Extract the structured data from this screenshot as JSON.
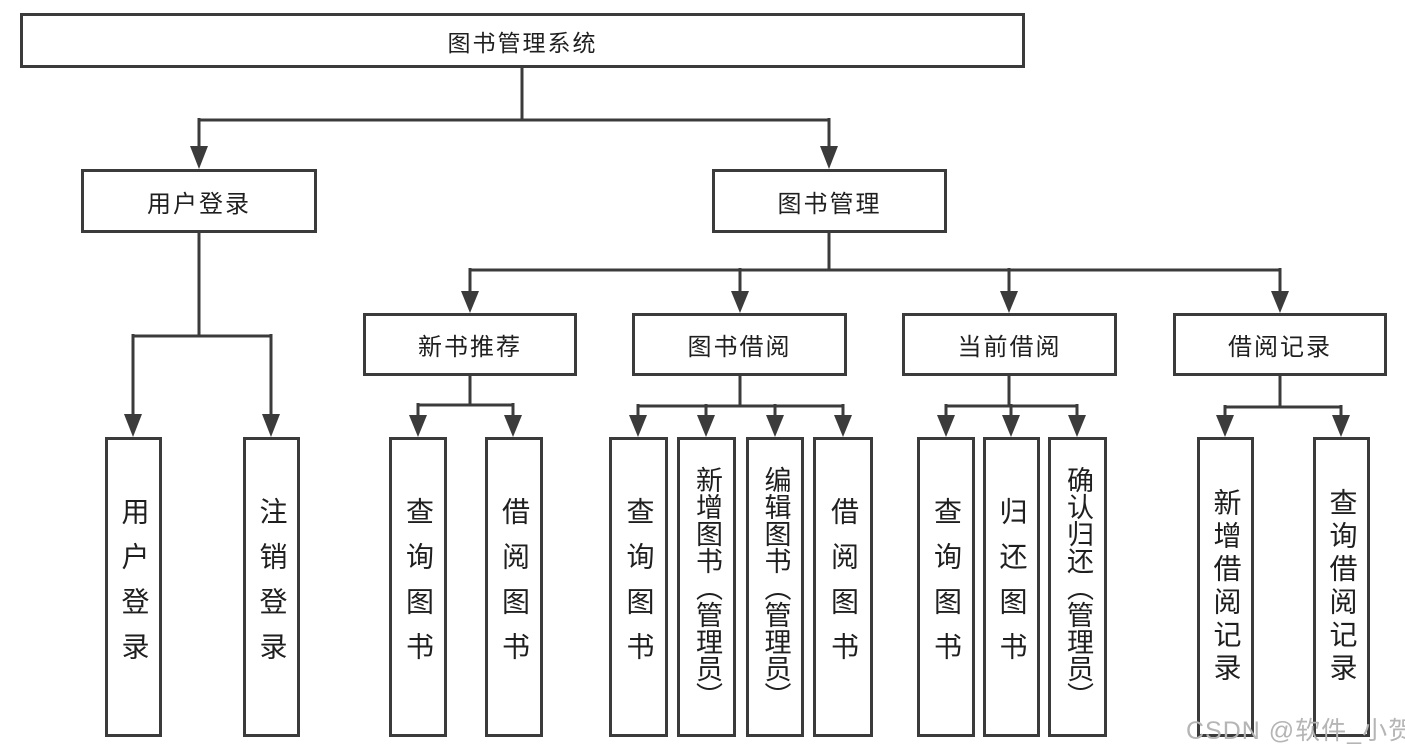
{
  "diagram": {
    "title_note": "library management system feature breakdown diagram",
    "colors": {
      "line": "#3b3b3b",
      "box_border": "#3b3b3b",
      "text": "#1f1f1f",
      "watermark": "#b5b5b5",
      "background": "#ffffff"
    },
    "nodes": {
      "root": "图书管理系统",
      "user_login": "用户登录",
      "book_mgmt": "图书管理",
      "new_book_rec": "新书推荐",
      "book_borrow": "图书借阅",
      "current_borrow": "当前借阅",
      "borrow_record": "借阅记录",
      "leaf_user_login": "用户登录",
      "leaf_logout": "注销登录",
      "leaf_query_book_a": "查询图书",
      "leaf_borrow_book_a": "借阅图书",
      "leaf_query_book_b": "查询图书",
      "leaf_add_book": "新增图书（管理员）",
      "leaf_edit_book": "编辑图书（管理员）",
      "leaf_borrow_book_b": "借阅图书",
      "leaf_query_book_c": "查询图书",
      "leaf_return_book": "归还图书",
      "leaf_confirm_return": "确认归还（管理员）",
      "leaf_add_record": "新增借阅记录",
      "leaf_query_record": "查询借阅记录"
    }
  },
  "watermark": "CSDN @软件_小贺同学"
}
